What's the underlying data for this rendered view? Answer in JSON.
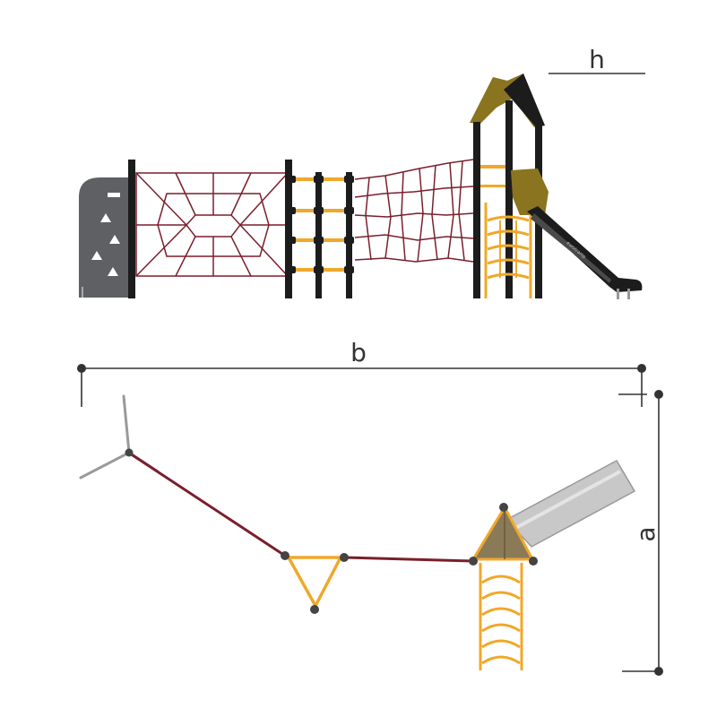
{
  "dimensions": {
    "height_label": "h",
    "width_label": "b",
    "depth_label": "a"
  },
  "slide": {
    "brand_text": "eurotramp"
  },
  "colors": {
    "post": "#1c1c1c",
    "roof": "#8a7420",
    "rope": "#7a1f2b",
    "ladder": "#f0a82a",
    "climbing_wall": "#5f6064",
    "slide": "#b8b8b8",
    "dimension_line": "#333333"
  }
}
